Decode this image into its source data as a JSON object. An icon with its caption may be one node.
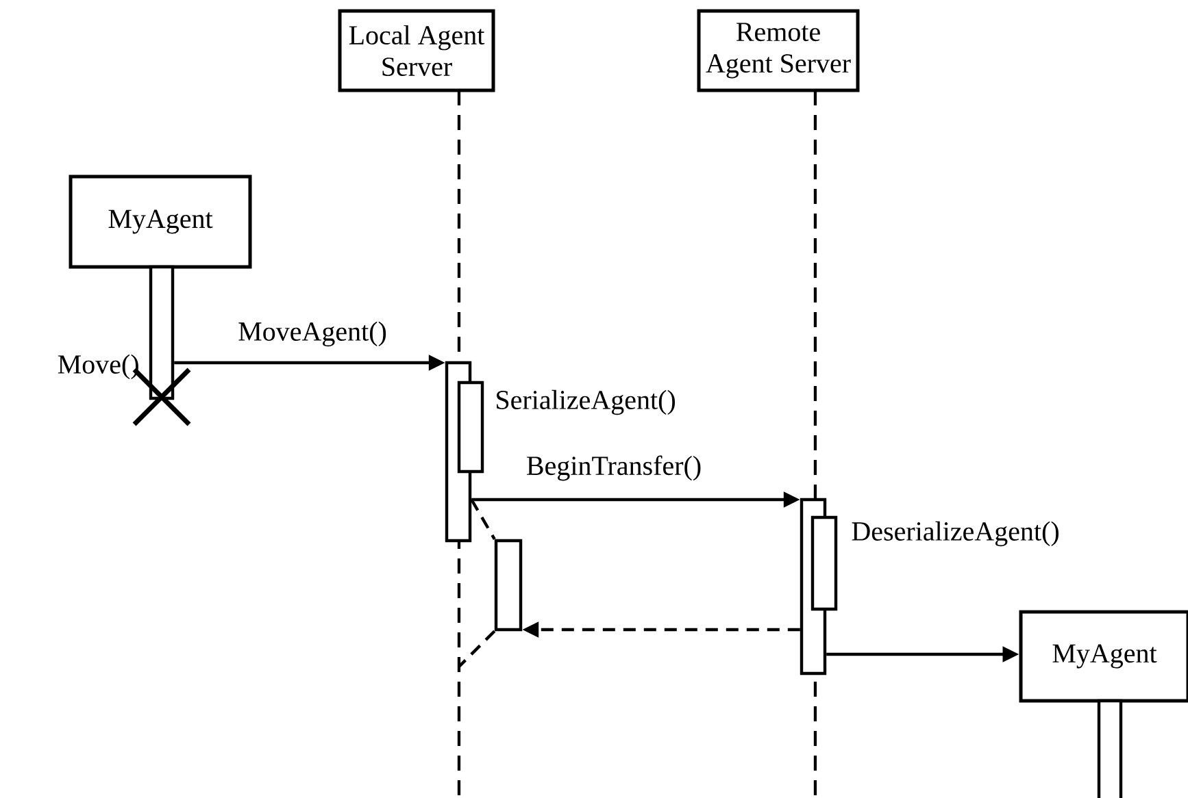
{
  "diagram": {
    "nodes": [
      {
        "text": [
          "Local Agent Server"
        ]
      },
      {
        "text": [
          "Remote Agent Server"
        ]
      },
      {
        "text": [
          "MyAgent"
        ]
      },
      {
        "text": [],
        "shape": "bar",
        "beside": [
          "Move()"
        ]
      },
      {
        "text": [],
        "shape": "bar"
      },
      {
        "text": [],
        "shape": "bar",
        "beside": [
          "SerializeAgent()"
        ]
      },
      {
        "text": [],
        "shape": "bar"
      },
      {
        "text": [],
        "shape": "bar"
      },
      {
        "text": [],
        "shape": "bar",
        "beside": [
          "DeserializeAgent()"
        ]
      },
      {
        "text": [
          "MyAgent"
        ]
      },
      {
        "text": [],
        "shape": "bar"
      }
    ],
    "edges": [
      {
        "from": 3,
        "to": 4,
        "arrow": "to",
        "label": "MoveAgent()"
      },
      {
        "from": 4,
        "to": 7,
        "arrow": "to",
        "label": "BeginTransfer()"
      },
      {
        "from": 4,
        "to": 6,
        "arrow": "none",
        "style": "dashed"
      },
      {
        "from": 7,
        "to": 6,
        "arrow": "to",
        "style": "dashed"
      },
      {
        "from": 6,
        "to": null,
        "arrow": "none",
        "style": "dashed"
      },
      {
        "from": 7,
        "to": 9,
        "arrow": "to"
      }
    ]
  }
}
